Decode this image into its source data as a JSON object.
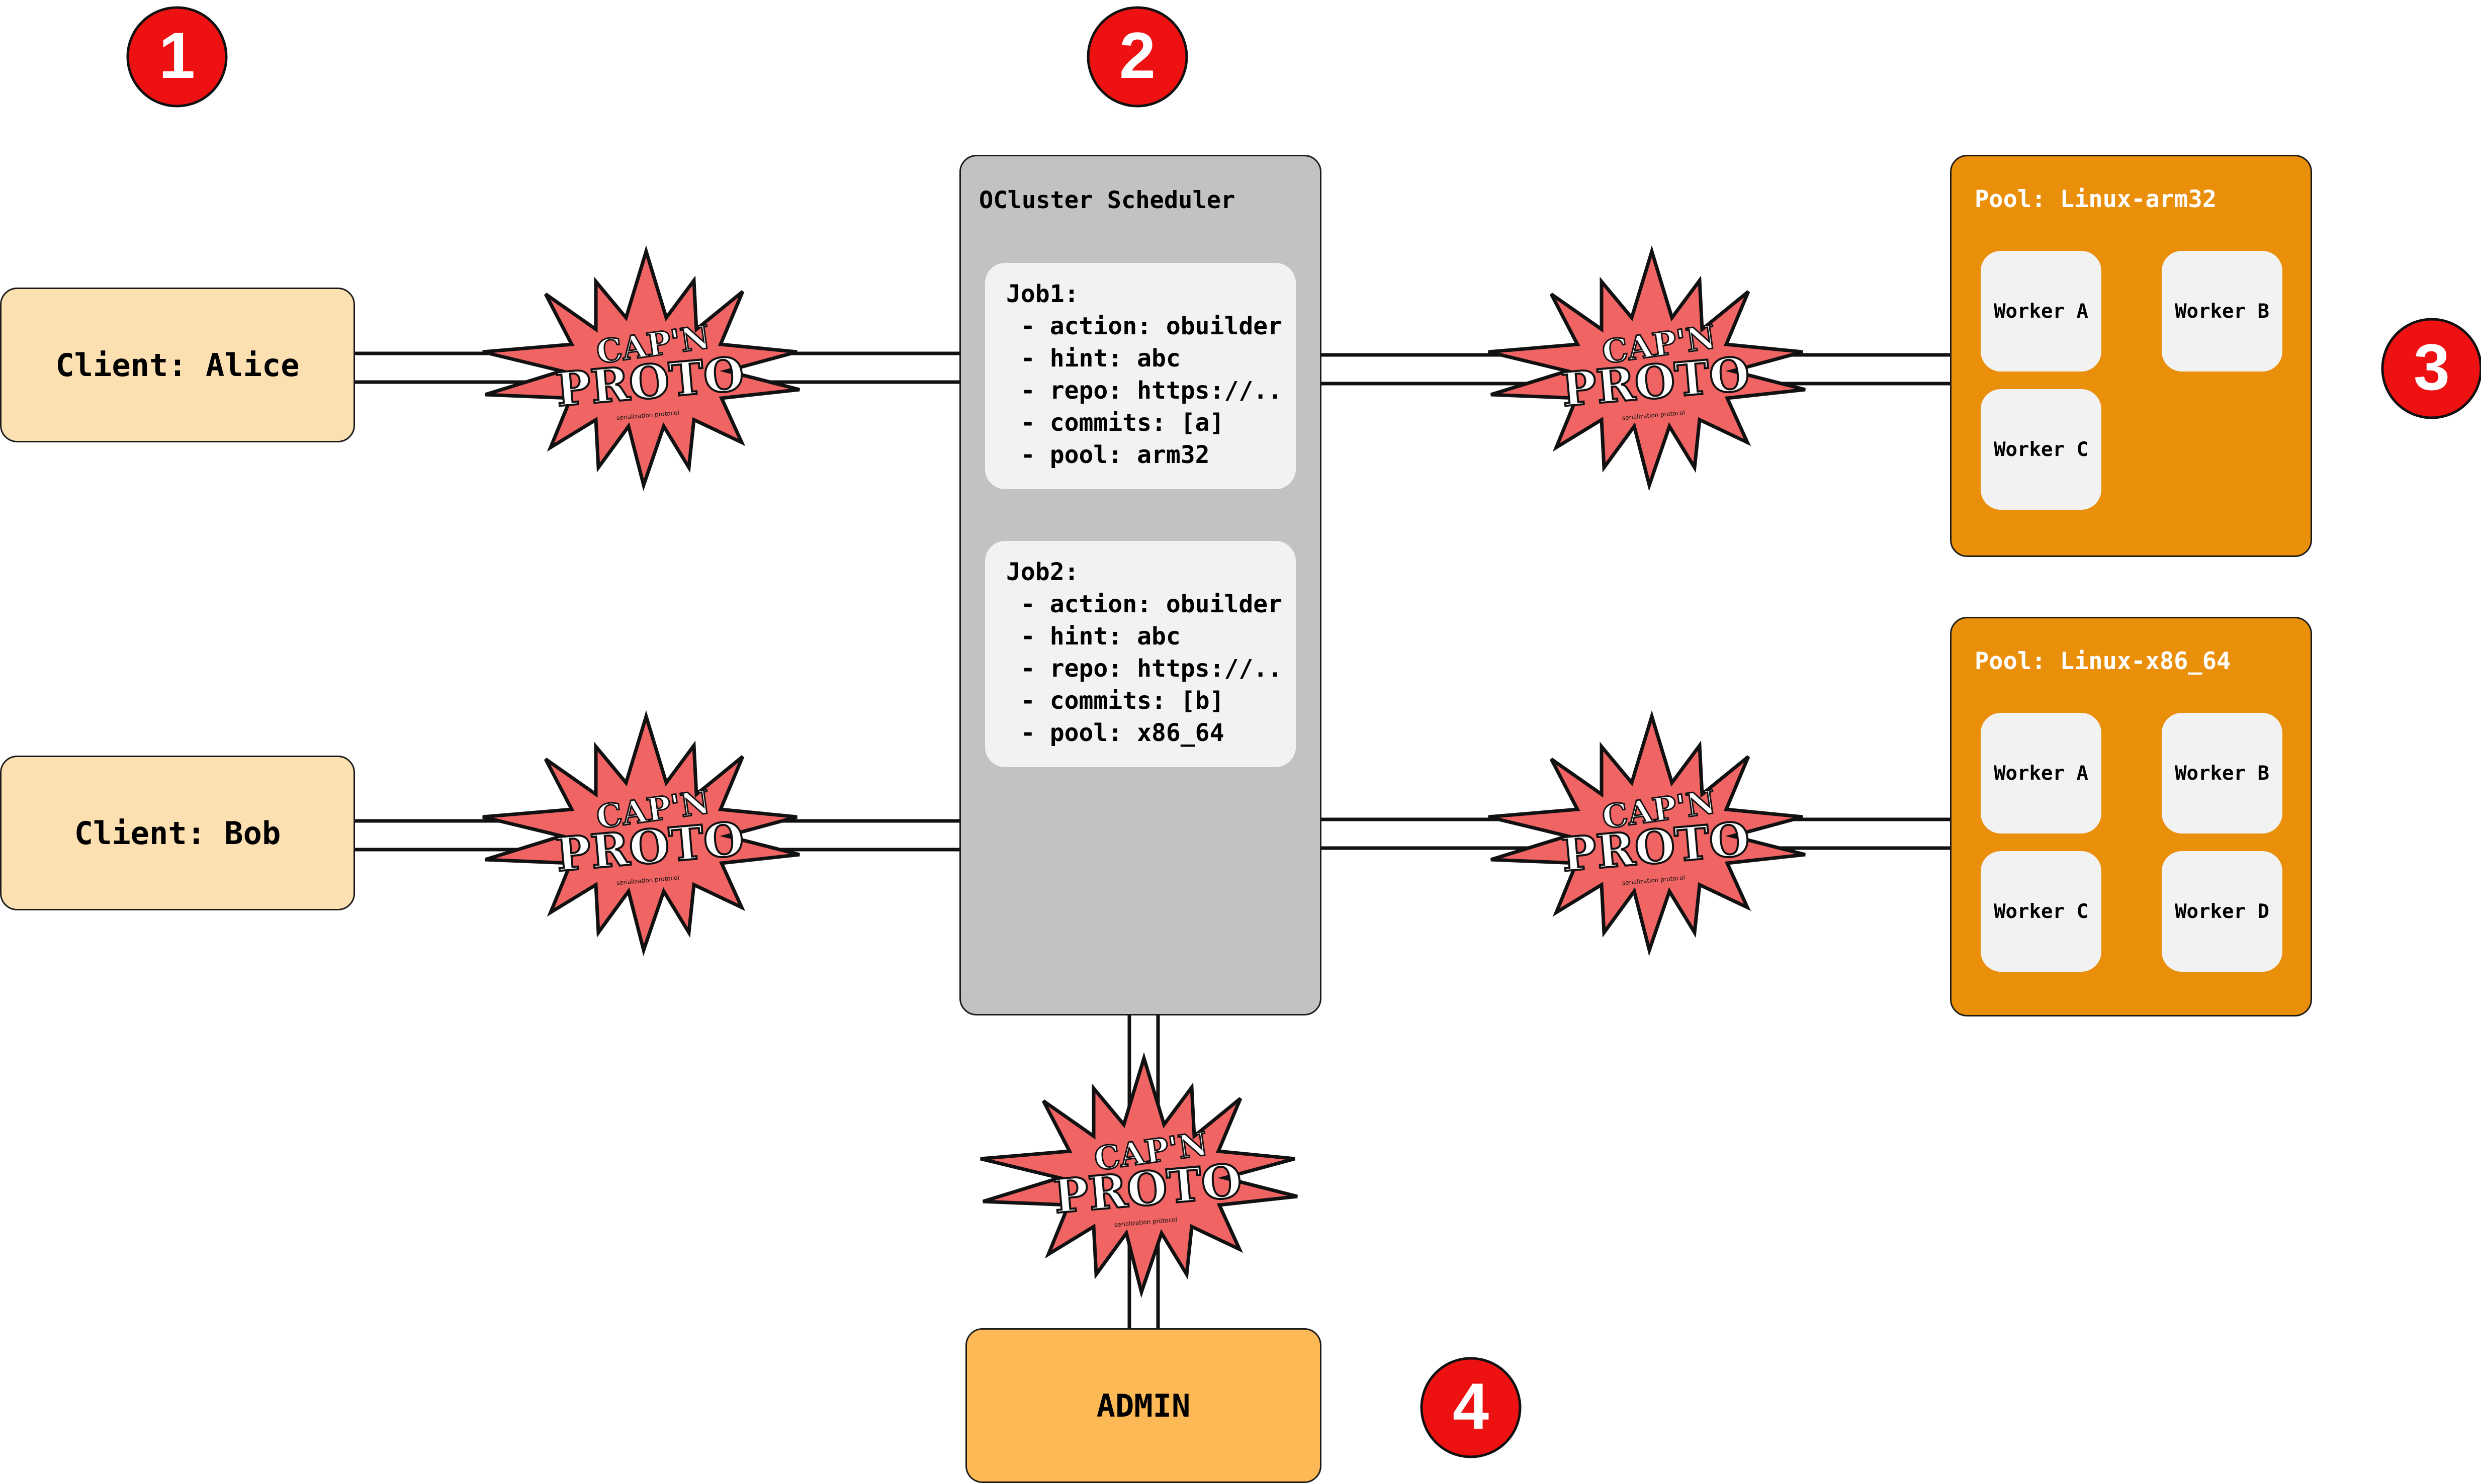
{
  "clients": [
    {
      "label": "Client: Alice"
    },
    {
      "label": "Client: Bob"
    }
  ],
  "scheduler": {
    "title": "OCluster Scheduler",
    "jobs": [
      {
        "lines": [
          "Job1:",
          " - action: obuilder",
          " - hint: abc",
          " - repo: https://..",
          " - commits: [a]",
          " - pool: arm32"
        ]
      },
      {
        "lines": [
          "Job2:",
          " - action: obuilder",
          " - hint: abc",
          " - repo: https://..",
          " - commits: [b]",
          " - pool: x86_64"
        ]
      }
    ]
  },
  "pools": [
    {
      "title": "Pool: Linux-arm32",
      "workers": [
        "Worker A",
        "Worker B",
        "Worker C"
      ]
    },
    {
      "title": "Pool: Linux-x86_64",
      "workers": [
        "Worker A",
        "Worker B",
        "Worker C",
        "Worker D"
      ]
    }
  ],
  "admin": {
    "label": "ADMIN"
  },
  "markers": [
    "1",
    "2",
    "3",
    "4"
  ],
  "capnproto": {
    "line1": "CAP'N",
    "line2": "PROTO",
    "tagline": "serialization protocol"
  },
  "colors": {
    "marker_red": "#ee1111",
    "starburst_fill": "#f06464",
    "client_fill": "#fde0b2",
    "scheduler_fill": "#c2c2c2",
    "pool_fill": "#ea8f0a",
    "admin_fill": "#fdb955"
  }
}
